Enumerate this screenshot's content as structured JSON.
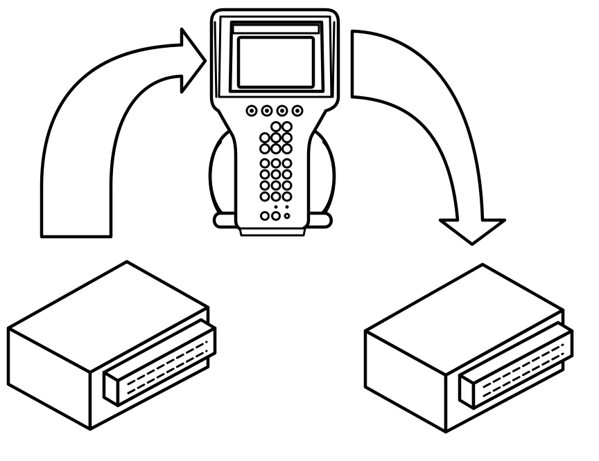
{
  "diagram": {
    "description_visible_text": "",
    "colors": {
      "line": "#000000",
      "background": "#ffffff"
    },
    "components": [
      {
        "id": "source-module",
        "icon": "control-module-icon"
      },
      {
        "id": "scan-tool",
        "icon": "handheld-scan-tool-icon"
      },
      {
        "id": "target-module",
        "icon": "control-module-icon"
      }
    ],
    "flows": [
      {
        "from": "source-module",
        "to": "scan-tool",
        "icon": "curved-arrow-up-right-icon"
      },
      {
        "from": "scan-tool",
        "to": "target-module",
        "icon": "curved-arrow-down-right-icon"
      }
    ]
  }
}
